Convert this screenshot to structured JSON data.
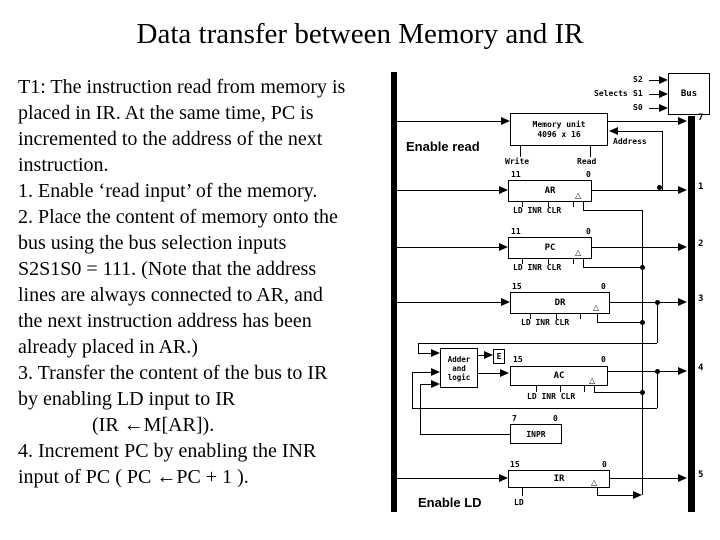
{
  "title": "Data transfer between Memory and IR",
  "body_lines": [
    "T1: The instruction read from memory is",
    "placed in IR. At the same time, PC is",
    "incremented to the address of the next",
    "instruction.",
    "1. Enable ‘read input’ of the memory.",
    "2. Place the content of memory onto the",
    "bus using the bus selection inputs",
    "S2S1S0 = 111. (Note that the address",
    "lines are always connected to AR, and",
    "the next instruction address has been",
    "already placed in AR.)",
    "3. Transfer the content of the bus to IR",
    "by enabling LD input to IR",
    "(IR ←M[AR]).",
    "4. Increment PC by enabling the INR",
    "input of PC ( PC ←PC + 1 )."
  ],
  "diagram": {
    "bus_box_label": "Bus",
    "selects_label": "Selects",
    "select_inputs": [
      "S2",
      "S1",
      "S0"
    ],
    "enable_read_label": "Enable read",
    "enable_ld_label": "Enable LD",
    "memory": {
      "line1": "Memory unit",
      "line2": "4096 x 16",
      "write_label": "Write",
      "read_label": "Read",
      "address_label": "Address",
      "bus_line": "7"
    },
    "registers": [
      {
        "name": "AR",
        "hi": "11",
        "lo": "0",
        "controls": "LD INR CLR",
        "bus_line": "1"
      },
      {
        "name": "PC",
        "hi": "11",
        "lo": "0",
        "controls": "LD INR CLR",
        "bus_line": "2"
      },
      {
        "name": "DR",
        "hi": "15",
        "lo": "0",
        "controls": "LD INR CLR",
        "bus_line": "3"
      },
      {
        "name": "AC",
        "hi": "15",
        "lo": "0",
        "controls": "LD INR CLR",
        "bus_line": "4"
      },
      {
        "name": "IR",
        "hi": "15",
        "lo": "0",
        "controls": "LD",
        "bus_line": "5"
      }
    ],
    "adder": {
      "line1": "Adder",
      "line2": "and",
      "line3": "logic",
      "e_label": "E"
    },
    "inpr": {
      "name": "INPR",
      "hi": "7",
      "lo": "0"
    }
  }
}
